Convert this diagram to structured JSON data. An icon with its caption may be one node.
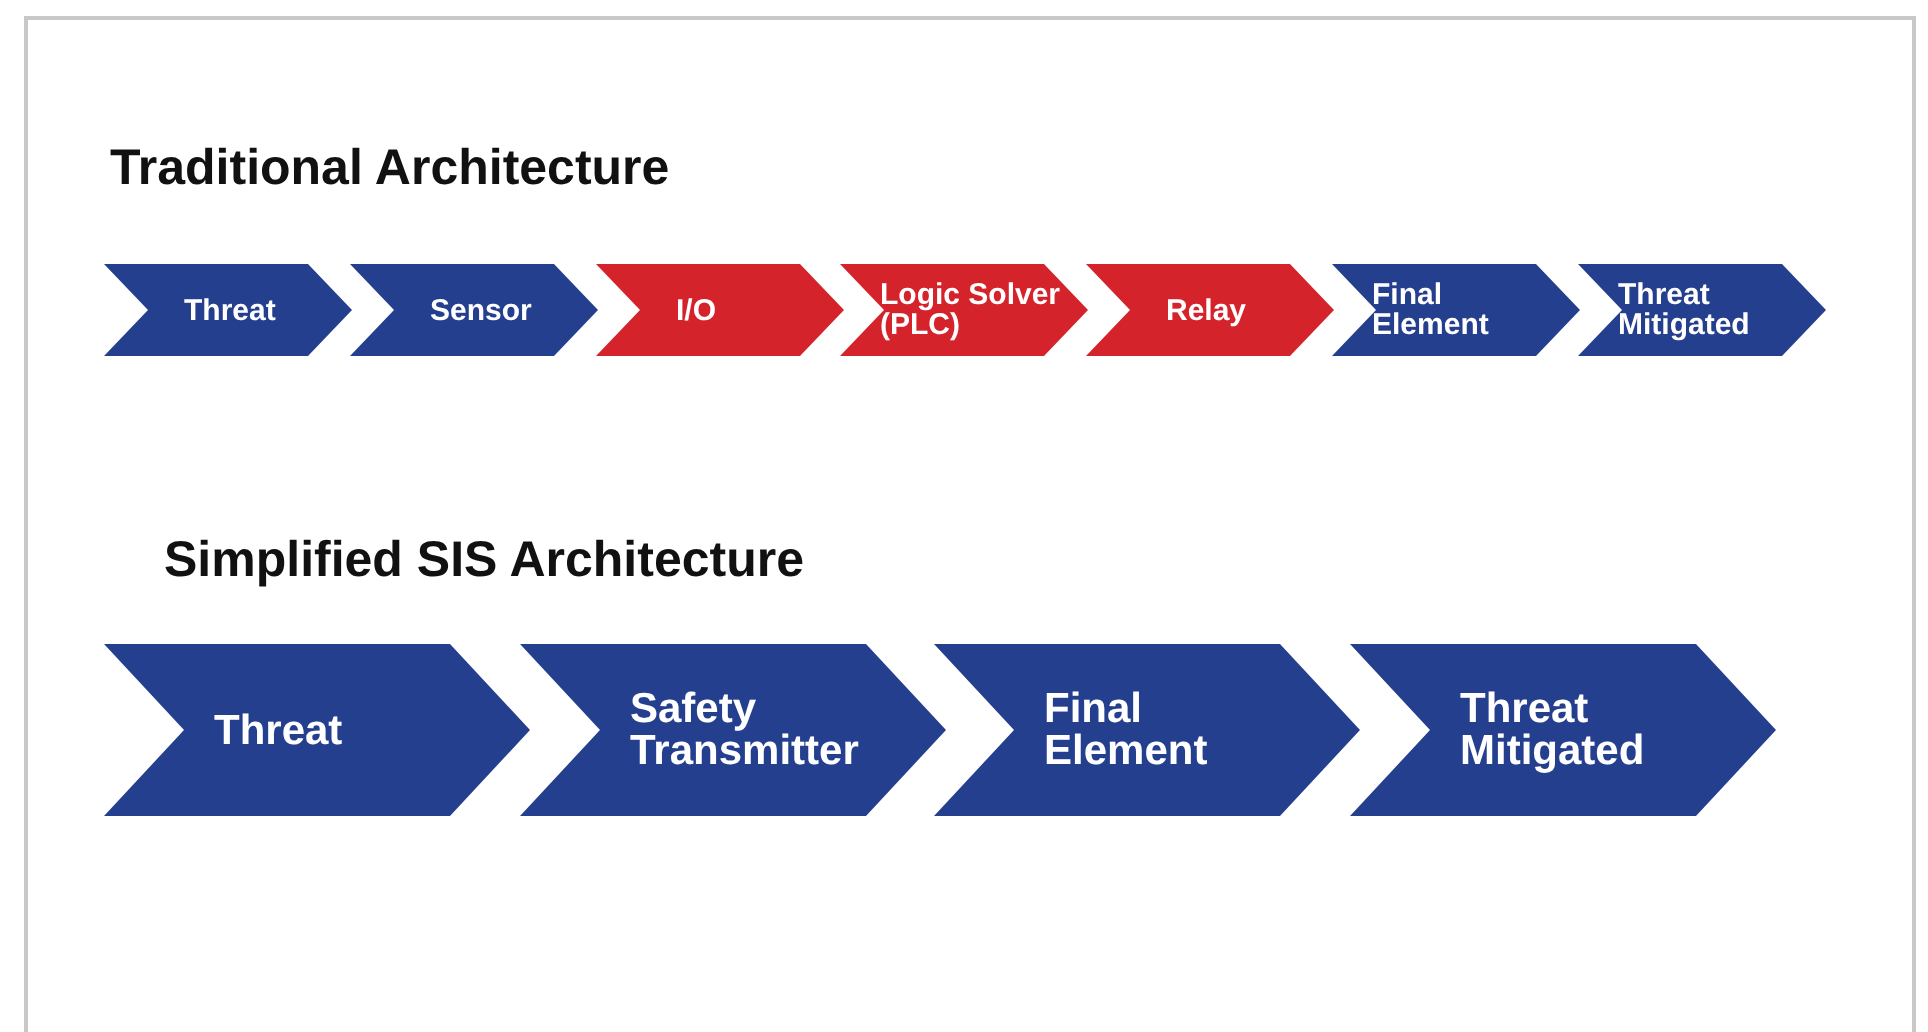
{
  "diagram": {
    "nodes": [
      {
        "text": [
          "Threat"
        ]
      },
      {
        "text": [
          "Sensor"
        ]
      },
      {
        "text": [
          "I/O"
        ]
      },
      {
        "text": [
          "Logic Solver (PLC)"
        ]
      },
      {
        "text": [
          "Relay"
        ]
      },
      {
        "text": [
          "Final Element"
        ]
      },
      {
        "text": [
          "Threat Mitigated"
        ]
      },
      {
        "text": [
          "Threat"
        ]
      },
      {
        "text": [
          "Safety Transmitter"
        ]
      },
      {
        "text": [
          "Final Element"
        ]
      },
      {
        "text": [
          "Threat Mitigated"
        ]
      }
    ],
    "labels": [
      "Traditional Architecture",
      "Simplified SIS Architecture"
    ]
  }
}
